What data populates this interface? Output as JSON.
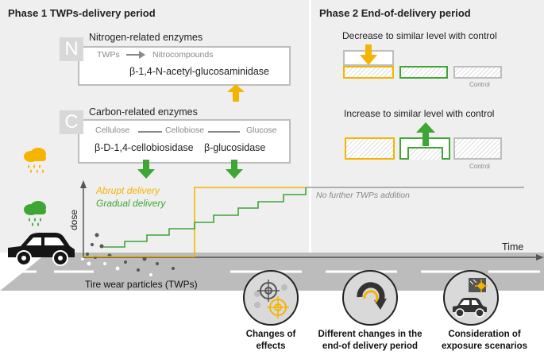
{
  "phase1": {
    "title": "Phase 1 TWPs-delivery period",
    "nitrogen": {
      "letter": "N",
      "title": "Nitrogen-related enzymes",
      "flow_from": "TWPs",
      "flow_to": "Nitrocompounds",
      "enzyme": "β-1,4-N-acetyl-glucosaminidase"
    },
    "carbon": {
      "letter": "C",
      "title": "Carbon-related enzymes",
      "substrate1": "Cellulose",
      "substrate2": "Cellobiose",
      "substrate3": "Glucose",
      "enzyme1": "β-D-1,4-cellobiosidase",
      "enzyme2": "β-glucosidase"
    }
  },
  "phase2": {
    "title": "Phase 2 End-of-delivery period",
    "decrease_label": "Decrease to similar level with control",
    "increase_label": "Increase to similar level with control",
    "control_label": "Control"
  },
  "graph": {
    "ylabel": "dose",
    "xlabel": "Time",
    "abrupt_label": "Abrupt delivery",
    "gradual_label": "Gradual delivery",
    "no_addition_label": "No further TWPs addition",
    "twp_label": "Tire wear particles (TWPs)"
  },
  "bottom": {
    "effects_line1": "Changes of",
    "effects_line2": "effects",
    "end_line1": "Different changes in the",
    "end_line2": "end-of delivery period",
    "exposure_line1": "Consideration of",
    "exposure_line2": "exposure scenarios"
  },
  "colors": {
    "abrupt": "#f5b400",
    "gradual": "#3fa535",
    "control": "#bdbdbd",
    "panel": "#efefef",
    "road": "#bcbcbc"
  },
  "icons": {
    "sun_rain": "cloud-rain-yellow-icon",
    "rain": "cloud-rain-green-icon",
    "car": "car-icon",
    "effects": "target-icon",
    "end_period": "circular-arrow-icon",
    "exposure": "car-sun-icon"
  }
}
